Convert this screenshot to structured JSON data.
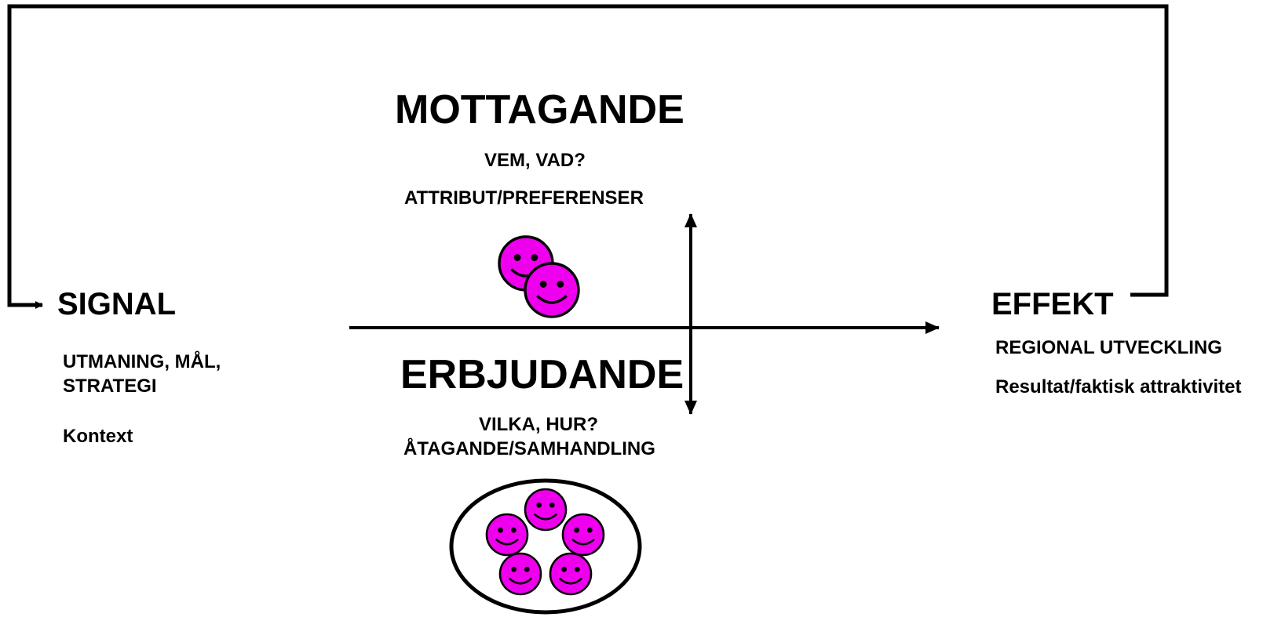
{
  "signal": {
    "title": "SIGNAL",
    "subtitle_line1": "UTMANING, MÅL,",
    "subtitle_line2": "STRATEGI",
    "context": "Kontext"
  },
  "mottagande": {
    "title": "MOTTAGANDE",
    "question": "VEM, VAD?",
    "detail": "ATTRIBUT/PREFERENSER"
  },
  "erbjudande": {
    "title": "ERBJUDANDE",
    "question": "VILKA, HUR?",
    "detail": "ÅTAGANDE/SAMHANDLING"
  },
  "effekt": {
    "title": "EFFEKT",
    "detail1": "REGIONAL UTVECKLING",
    "detail2": "Resultat/faktisk attraktivitet"
  },
  "colors": {
    "face_fill": "#ee00ee",
    "line": "#000000"
  },
  "icons": [
    "smiley-face-icon",
    "arrow-right-icon",
    "arrow-up-down-icon"
  ]
}
